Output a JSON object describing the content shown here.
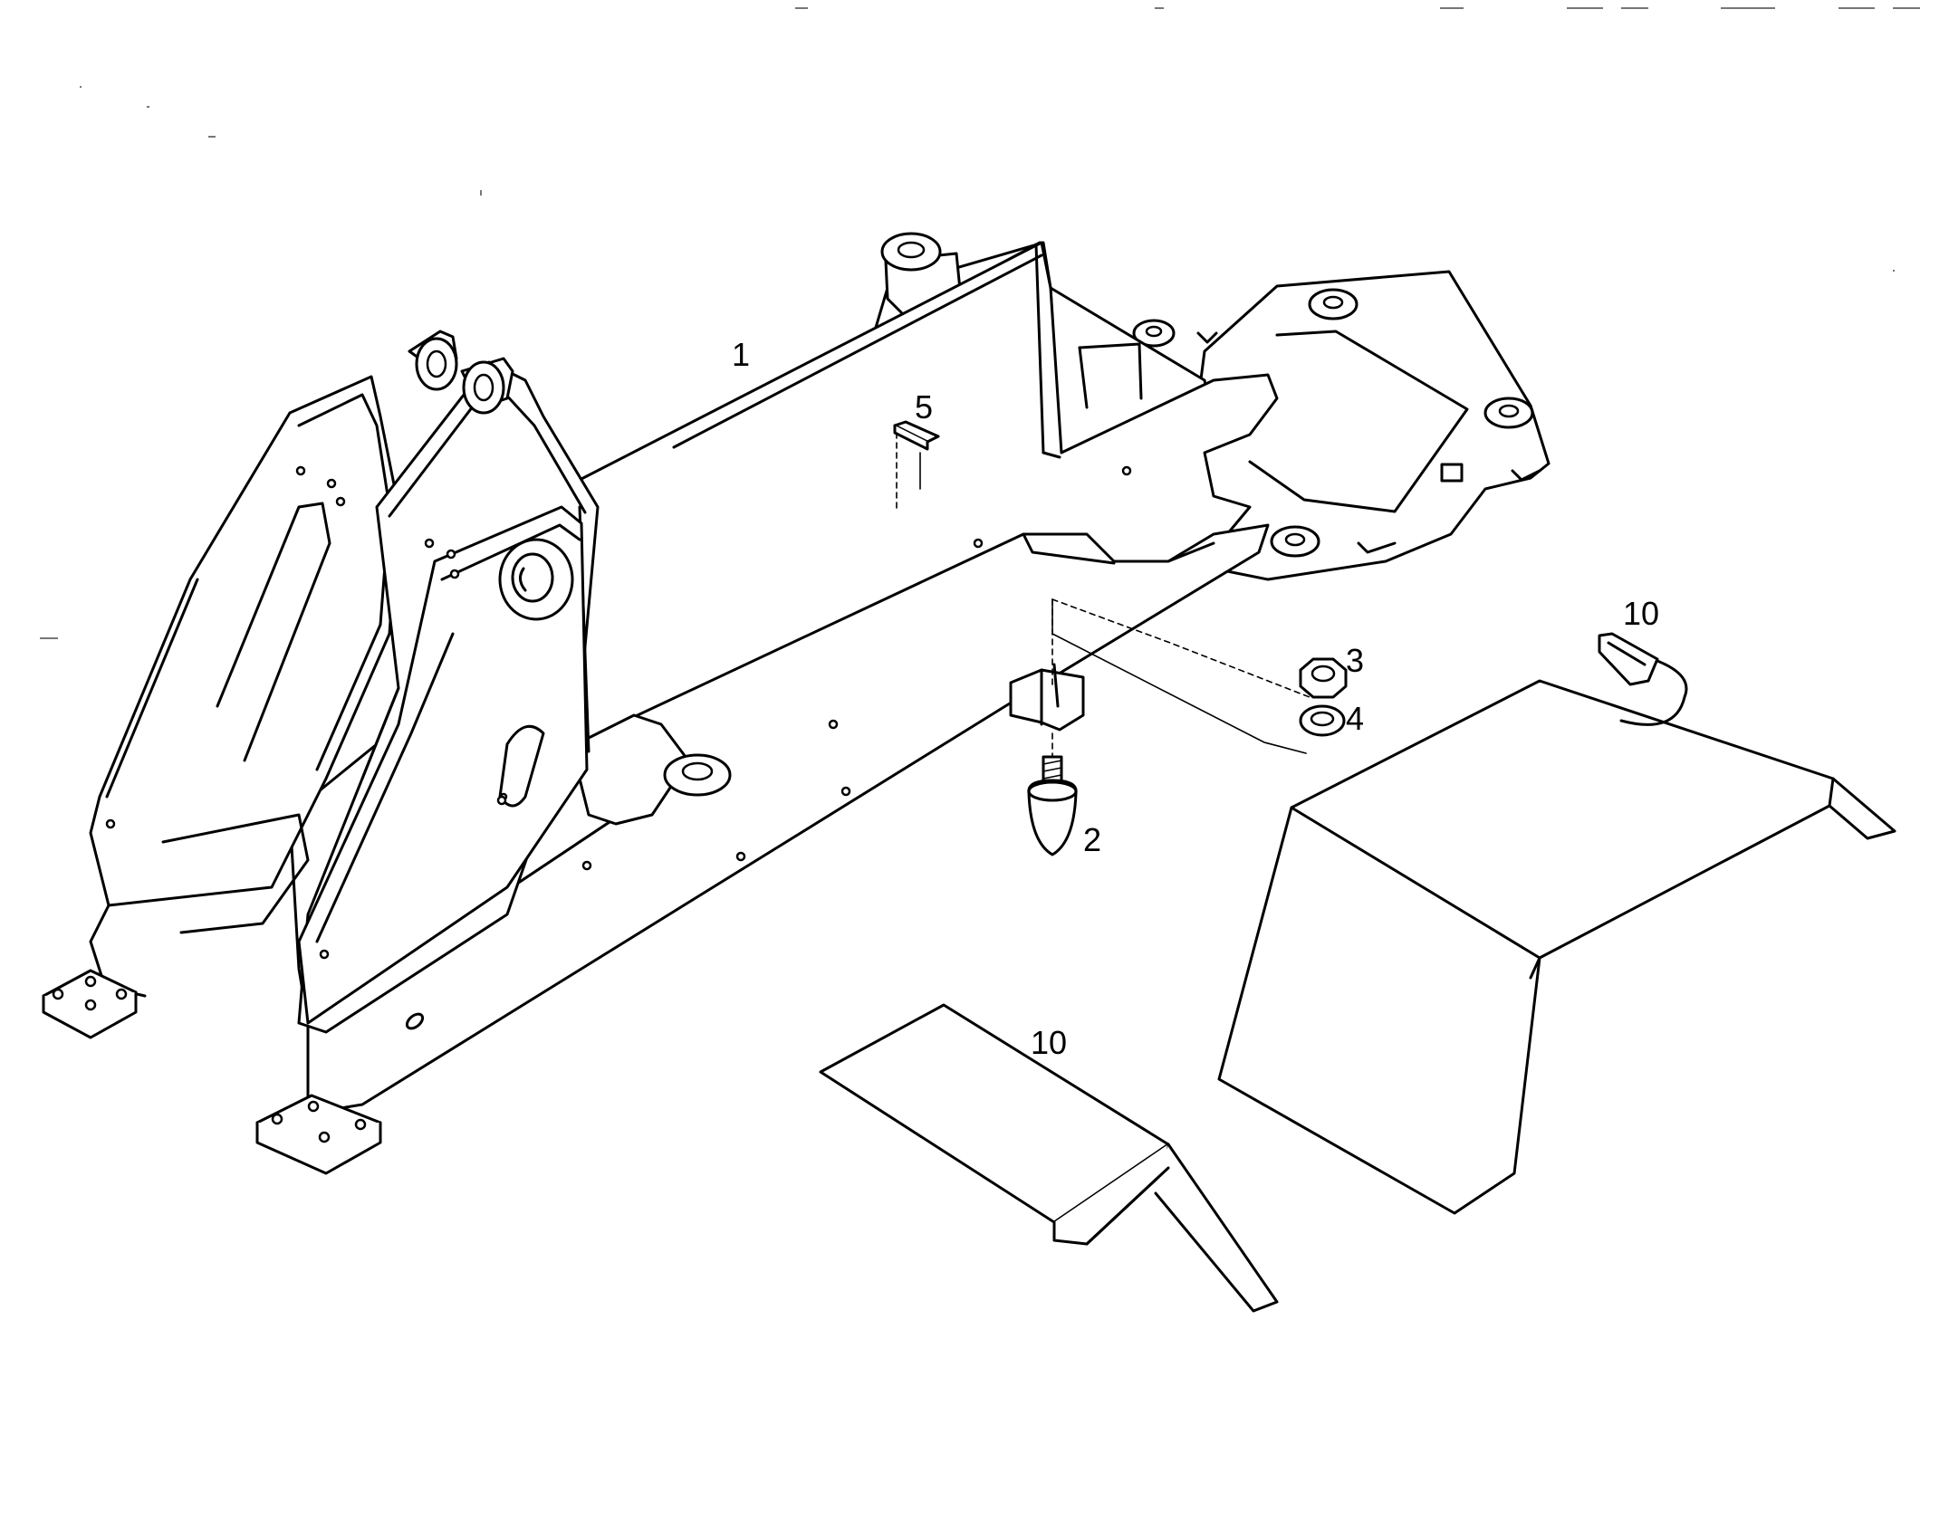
{
  "callouts": {
    "c1": "1",
    "c2": "2",
    "c3": "3",
    "c4": "4",
    "c5": "5",
    "c10a": "10",
    "c10b": "10"
  },
  "parts": [
    {
      "id": "1",
      "name": "main-frame"
    },
    {
      "id": "2",
      "name": "bump-stop"
    },
    {
      "id": "3",
      "name": "hex-nut"
    },
    {
      "id": "4",
      "name": "washer"
    },
    {
      "id": "5",
      "name": "plate"
    },
    {
      "id": "10",
      "name": "fender"
    }
  ],
  "colors": {
    "line": "#000000",
    "background": "#ffffff"
  }
}
